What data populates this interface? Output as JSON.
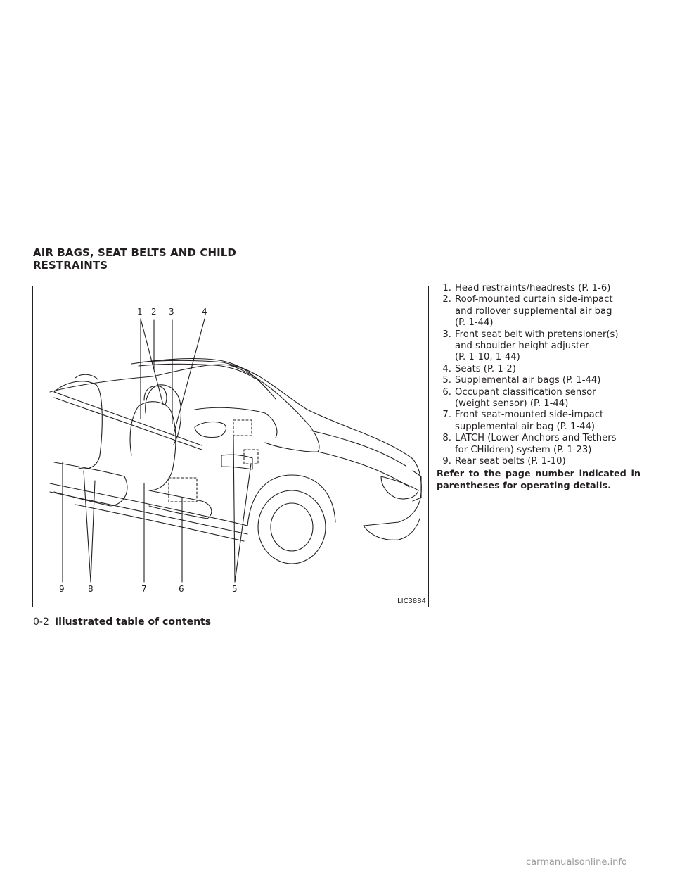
{
  "section": {
    "title_line1": "AIR BAGS, SEAT BELTS AND CHILD",
    "title_line2": "RESTRAINTS"
  },
  "figure": {
    "code": "LIC3884",
    "callouts": {
      "c1": "1",
      "c2": "2",
      "c3": "3",
      "c4": "4",
      "c5": "5",
      "c6": "6",
      "c7": "7",
      "c8": "8",
      "c9": "9"
    }
  },
  "legend": [
    {
      "num": "1.",
      "lines": [
        "Head restraints/headrests (P. 1-6)"
      ]
    },
    {
      "num": "2.",
      "lines": [
        "Roof-mounted curtain side-impact",
        "and rollover supplemental air bag",
        "(P. 1-44)"
      ]
    },
    {
      "num": "3.",
      "lines": [
        "Front seat belt with pretensioner(s)",
        "and shoulder height adjuster",
        "(P. 1-10, 1-44)"
      ]
    },
    {
      "num": "4.",
      "lines": [
        "Seats (P. 1-2)"
      ]
    },
    {
      "num": "5.",
      "lines": [
        "Supplemental air bags (P. 1-44)"
      ]
    },
    {
      "num": "6.",
      "lines": [
        "Occupant classification sensor",
        "(weight sensor) (P. 1-44)"
      ]
    },
    {
      "num": "7.",
      "lines": [
        "Front seat-mounted side-impact",
        "supplemental air bag (P. 1-44)"
      ]
    },
    {
      "num": "8.",
      "lines": [
        "LATCH (Lower Anchors and Tethers",
        "for CHildren) system (P. 1-23)"
      ]
    },
    {
      "num": "9.",
      "lines": [
        "Rear seat belts (P. 1-10)"
      ]
    }
  ],
  "note": "Refer to the page number indicated in parentheses for operating details.",
  "footer": {
    "page": "0-2",
    "title": "Illustrated table of contents"
  },
  "watermark": "carmanualsonline.info"
}
